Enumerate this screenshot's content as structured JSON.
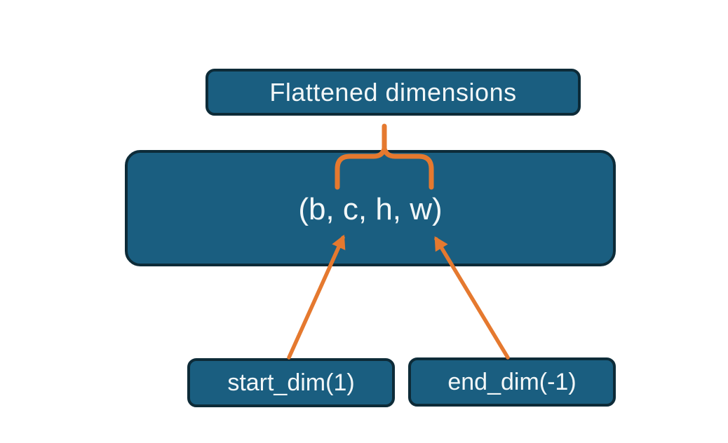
{
  "diagram": {
    "title_box": {
      "label": "Flattened dimensions"
    },
    "main_box": {
      "label": "(b, c, h, w)"
    },
    "bottom_boxes": [
      {
        "label": "start_dim(1)"
      },
      {
        "label": "end_dim(-1)"
      }
    ],
    "connectors": {
      "brace_meaning": "brace groups the c, h, w dimensions under Flattened dimensions",
      "arrow_left_meaning": "start_dim(1) points to dimension c",
      "arrow_right_meaning": "end_dim(-1) points to dimension w"
    },
    "colors": {
      "background": "#FFFFFF",
      "box_fill": "#1A5E80",
      "box_border": "#0D2B38",
      "text": "#F2F7F8",
      "accent_orange": "#E5792F"
    }
  }
}
